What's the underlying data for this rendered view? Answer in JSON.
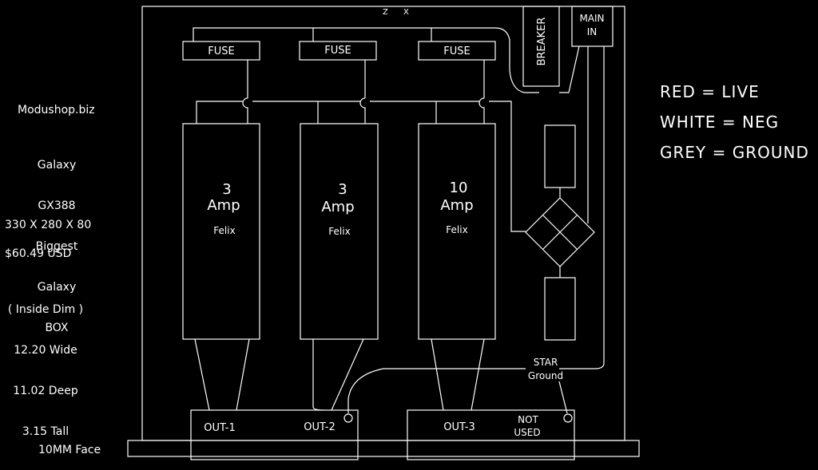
{
  "colors": {
    "background": "#000000",
    "line": "#ffffff"
  },
  "axis_marks": {
    "z": "Z",
    "x": "X"
  },
  "fuses": [
    "FUSE",
    "FUSE",
    "FUSE"
  ],
  "breaker": "BREAKER",
  "main_in": [
    "MAIN",
    "IN"
  ],
  "amps": [
    {
      "rating": "3",
      "unit": "Amp",
      "brand": "Felix"
    },
    {
      "rating": "3",
      "unit": "Amp",
      "brand": "Felix"
    },
    {
      "rating": "10",
      "unit": "Amp",
      "brand": "Felix"
    }
  ],
  "star_ground": [
    "STAR",
    "Ground"
  ],
  "outputs": {
    "out1": "OUT-1",
    "out2": "OUT-2",
    "out3": "OUT-3",
    "not_used": [
      "NOT",
      "USED"
    ]
  },
  "face_label": "10MM Face",
  "box_info": {
    "site": "Modushop.biz",
    "model": [
      "Galaxy",
      "GX388",
      "Biggest",
      "Galaxy",
      "BOX"
    ],
    "dims": "330 X 280 X 80",
    "price": "$60.49 USD",
    "inside": [
      "( Inside Dim )",
      "12.20 Wide",
      "11.02 Deep",
      "3.15 Tall"
    ]
  },
  "legend": [
    "RED = LIVE",
    "WHITE = NEG",
    "GREY = GROUND"
  ]
}
